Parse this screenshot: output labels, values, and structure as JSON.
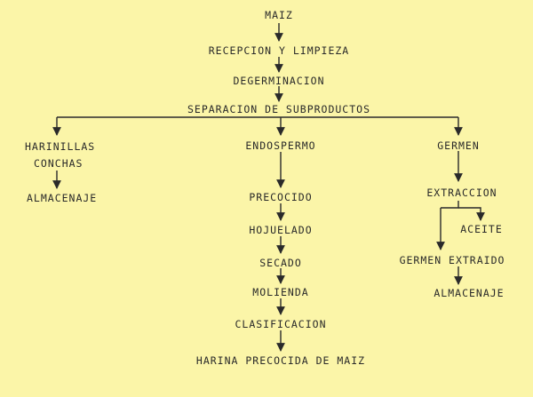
{
  "diagram": {
    "nodes": {
      "maiz": "MAIZ",
      "recepcion": "RECEPCION Y LIMPIEZA",
      "degerminacion": "DEGERMINACION",
      "separacion": "SEPARACION DE SUBPRODUCTOS",
      "harinillas": "HARINILLAS",
      "conchas": "CONCHAS",
      "almacenaje_left": "ALMACENAJE",
      "endospermo": "ENDOSPERMO",
      "precocido": "PRECOCIDO",
      "hojuelado": "HOJUELADO",
      "secado": "SECADO",
      "molienda": "MOLIENDA",
      "clasificacion": "CLASIFICACION",
      "harina": "HARINA PRECOCIDA DE MAIZ",
      "germen": "GERMEN",
      "extraccion": "EXTRACCION",
      "aceite": "ACEITE",
      "germen_extraido": "GERMEN EXTRAIDO",
      "almacenaje_right": "ALMACENAJE"
    },
    "colors": {
      "background": "#fbf5a8",
      "ink": "#2a2a2a"
    }
  }
}
